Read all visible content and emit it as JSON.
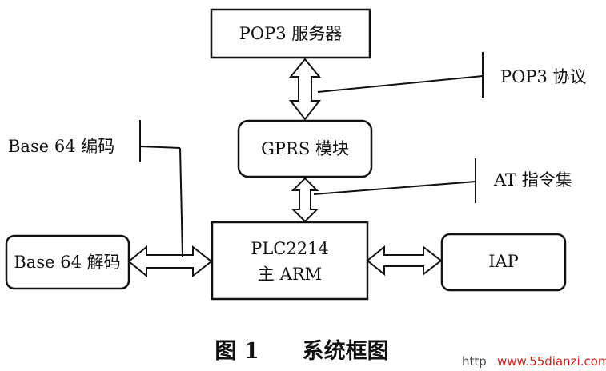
{
  "nodes": {
    "pop3_server": "POP3 服务器",
    "gprs_module": "GPRS 模块",
    "main_arm_line1": "PLC2214",
    "main_arm_line2": "主 ARM",
    "base64_decode": "Base 64 解码",
    "iap": "IAP"
  },
  "annotations": {
    "pop3_protocol": "POP3 协议",
    "base64_encode": "Base 64 编码",
    "at_command_set": "AT 指令集"
  },
  "caption": "图 1　　系统框图",
  "watermark": {
    "prefix": "http",
    "site": "www.55dianzi.com"
  }
}
